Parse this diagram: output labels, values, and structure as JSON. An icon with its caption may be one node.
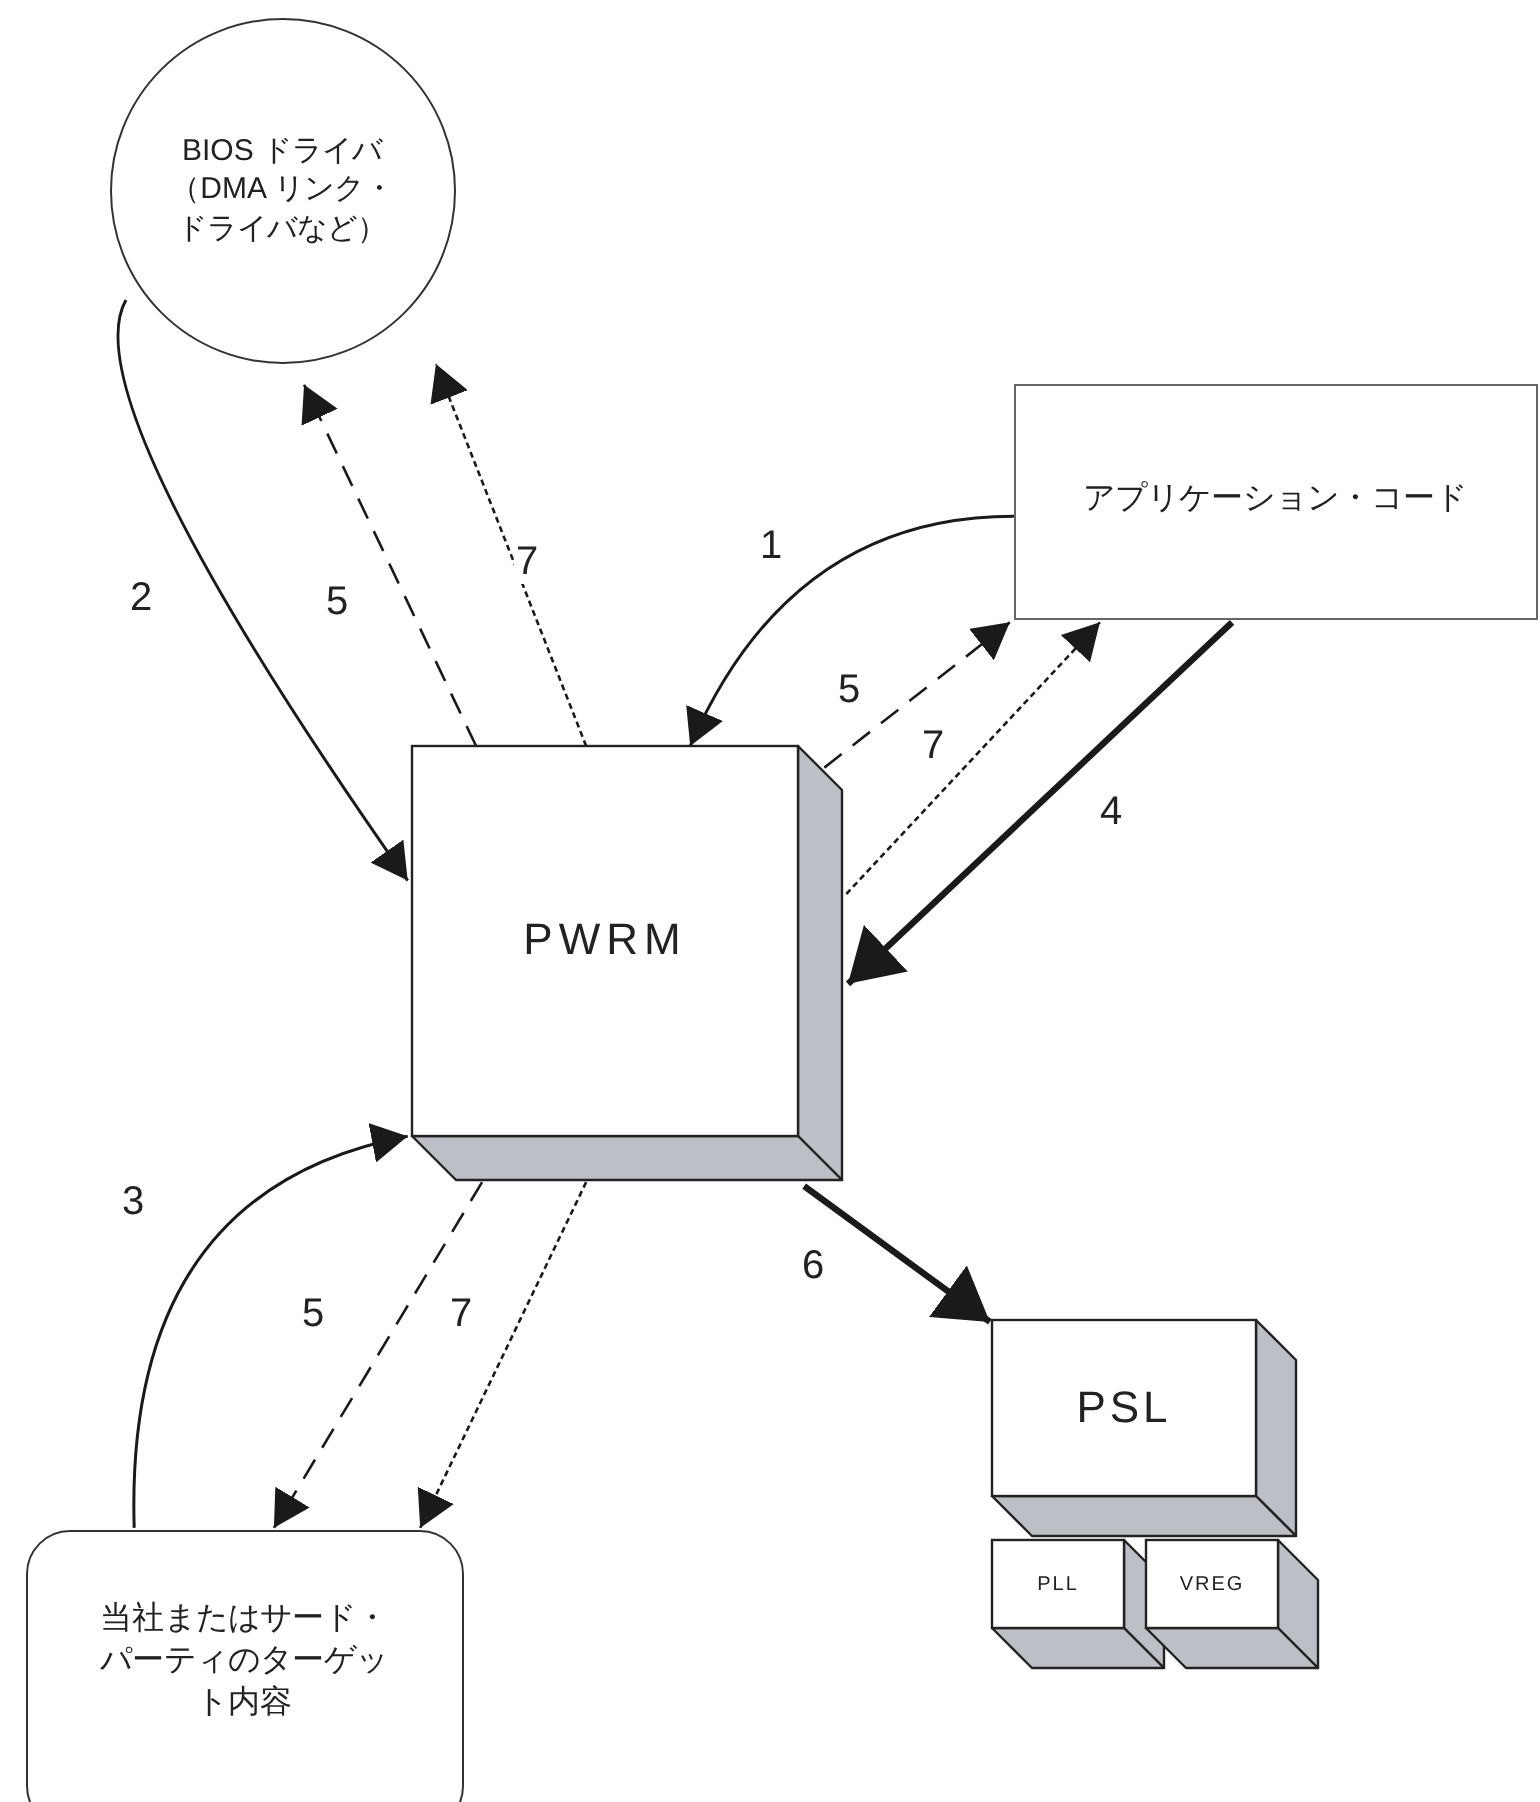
{
  "diagram": {
    "nodes": [
      {
        "text": [
          "BIOS ドライバ（DMA リンク・ドライバなど）"
        ]
      },
      {
        "text": [
          "アプリケーション・コード"
        ]
      },
      {
        "text": [
          "PWRM"
        ]
      },
      {
        "text": [
          "当社またはサード・パーティのターゲット内容"
        ]
      },
      {
        "text": [
          "PSL"
        ]
      },
      {
        "text": [
          "PLL"
        ]
      },
      {
        "text": [
          "VREG"
        ]
      }
    ],
    "edges": [
      {
        "from": 1,
        "to": 2,
        "arrow": "to",
        "label": "1"
      },
      {
        "from": 0,
        "to": 2,
        "arrow": "to",
        "label": "2"
      },
      {
        "from": 2,
        "to": 0,
        "arrow": "to",
        "label": "5",
        "style": "dashed"
      },
      {
        "from": 2,
        "to": 0,
        "arrow": "to",
        "label": "7",
        "style": "dashed"
      },
      {
        "from": 2,
        "to": 1,
        "arrow": "to",
        "label": "5",
        "style": "dashed"
      },
      {
        "from": 2,
        "to": 1,
        "arrow": "to",
        "label": "7",
        "style": "dashed"
      },
      {
        "from": 1,
        "to": 2,
        "arrow": "to",
        "label": "4",
        "style": "thick"
      },
      {
        "from": 3,
        "to": 2,
        "arrow": "to",
        "label": "3"
      },
      {
        "from": 2,
        "to": 3,
        "arrow": "to",
        "label": "5",
        "style": "dashed"
      },
      {
        "from": 2,
        "to": 3,
        "arrow": "to",
        "label": "7",
        "style": "dashed"
      },
      {
        "from": 2,
        "to": 4,
        "arrow": "to",
        "label": "6",
        "style": "thick"
      }
    ]
  }
}
